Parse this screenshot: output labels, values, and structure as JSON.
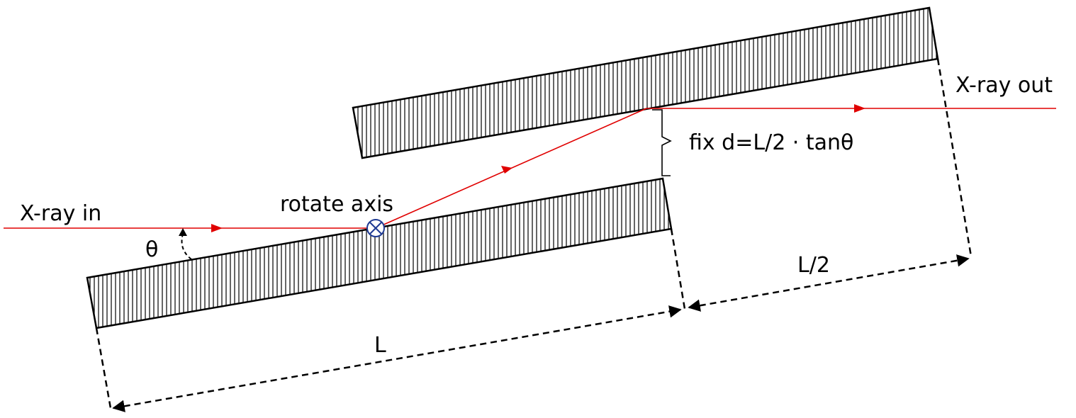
{
  "labels": {
    "xray_in": "X-ray in",
    "xray_out": "X-ray out",
    "rotate_axis": "rotate axis",
    "theta": "θ",
    "fix_d": "fix d=L/2 · tanθ",
    "length_L": "L",
    "length_half_L": "L/2"
  },
  "colors": {
    "ray": "#e00000",
    "outline": "#000000",
    "axis_symbol": "#1f3a93"
  },
  "icons": {
    "rotate_axis_symbol": "circle-cross-icon",
    "theta_arc": "curved-arrow-icon"
  }
}
